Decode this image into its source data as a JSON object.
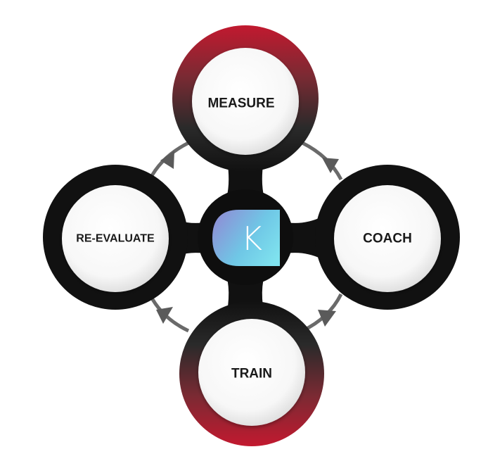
{
  "diagram": {
    "logo": {
      "letter": "K",
      "gradient_colors": [
        "#8e8fd6",
        "#6fc7e6",
        "#7fe2ee"
      ]
    },
    "stages": [
      {
        "id": "measure",
        "label": "MEASURE",
        "ring_style": "red-gradient"
      },
      {
        "id": "coach",
        "label": "COACH",
        "ring_style": "black"
      },
      {
        "id": "train",
        "label": "TRAIN",
        "ring_style": "red-gradient"
      },
      {
        "id": "re-evaluate",
        "label": "RE-EVALUATE",
        "ring_style": "black"
      }
    ],
    "flow": [
      "measure",
      "coach",
      "train",
      "re-evaluate",
      "measure"
    ],
    "colors": {
      "accent_red": "#c2192f",
      "ring_dark": "#111111",
      "arrow_gray": "#5a5a5a",
      "label_text": "#1a1a1a"
    }
  }
}
